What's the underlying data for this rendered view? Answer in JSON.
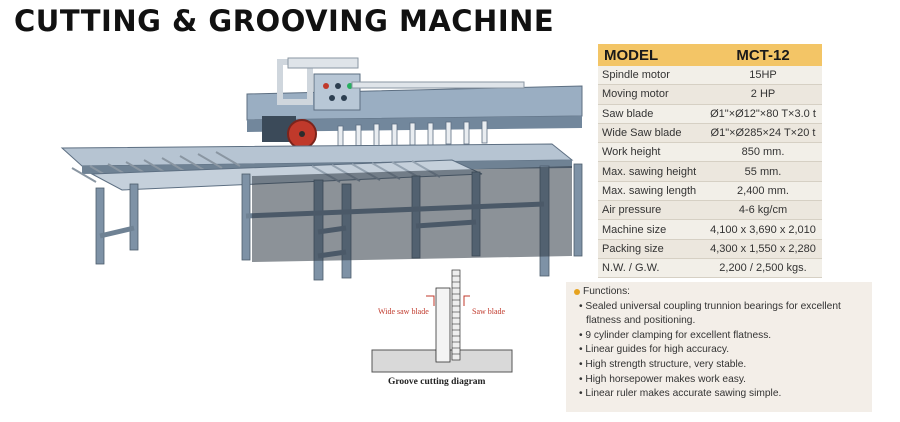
{
  "page_title": "CUTTING & GROOVING MACHINE",
  "spec_table": {
    "header_label": "MODEL",
    "header_value": "MCT-12",
    "rows": [
      {
        "label": "Spindle motor",
        "value": "15HP"
      },
      {
        "label": "Moving motor",
        "value": "2 HP"
      },
      {
        "label": "Saw blade",
        "value": "Ø1\"×Ø12\"×80 T×3.0 t"
      },
      {
        "label": "Wide Saw blade",
        "value": "Ø1\"×Ø285×24 T×20 t"
      },
      {
        "label": "Work height",
        "value": "850 mm."
      },
      {
        "label": "Max. sawing height",
        "value": "55 mm."
      },
      {
        "label": "Max. sawing length",
        "value": "2,400 mm."
      },
      {
        "label": "Air pressure",
        "value": "4-6 kg/cm"
      },
      {
        "label": "Machine size",
        "value": "4,100 x 3,690 x 2,010"
      },
      {
        "label": "Packing size",
        "value": "4,300 x 1,550 x 2,280"
      },
      {
        "label": "N.W. / G.W.",
        "value": "2,200 / 2,500 kgs."
      }
    ]
  },
  "functions": {
    "heading": "Functions:",
    "items": [
      "Sealed universal coupling trunnion bearings for excellent flatness and positioning.",
      "9 cylinder clamping for excellent flatness.",
      "Linear guides for high accuracy.",
      "High strength structure, very stable.",
      "High horsepower makes work easy.",
      "Linear ruler makes accurate sawing simple."
    ]
  },
  "diagram": {
    "wide_saw_label": "Wide saw blade",
    "saw_label": "Saw blade",
    "caption": "Groove cutting diagram"
  },
  "colors": {
    "header_bg": "#f3c566",
    "machine_frame": "#8a9fb4",
    "saw_red": "#c0392b",
    "bullet": "#e6a21e"
  }
}
